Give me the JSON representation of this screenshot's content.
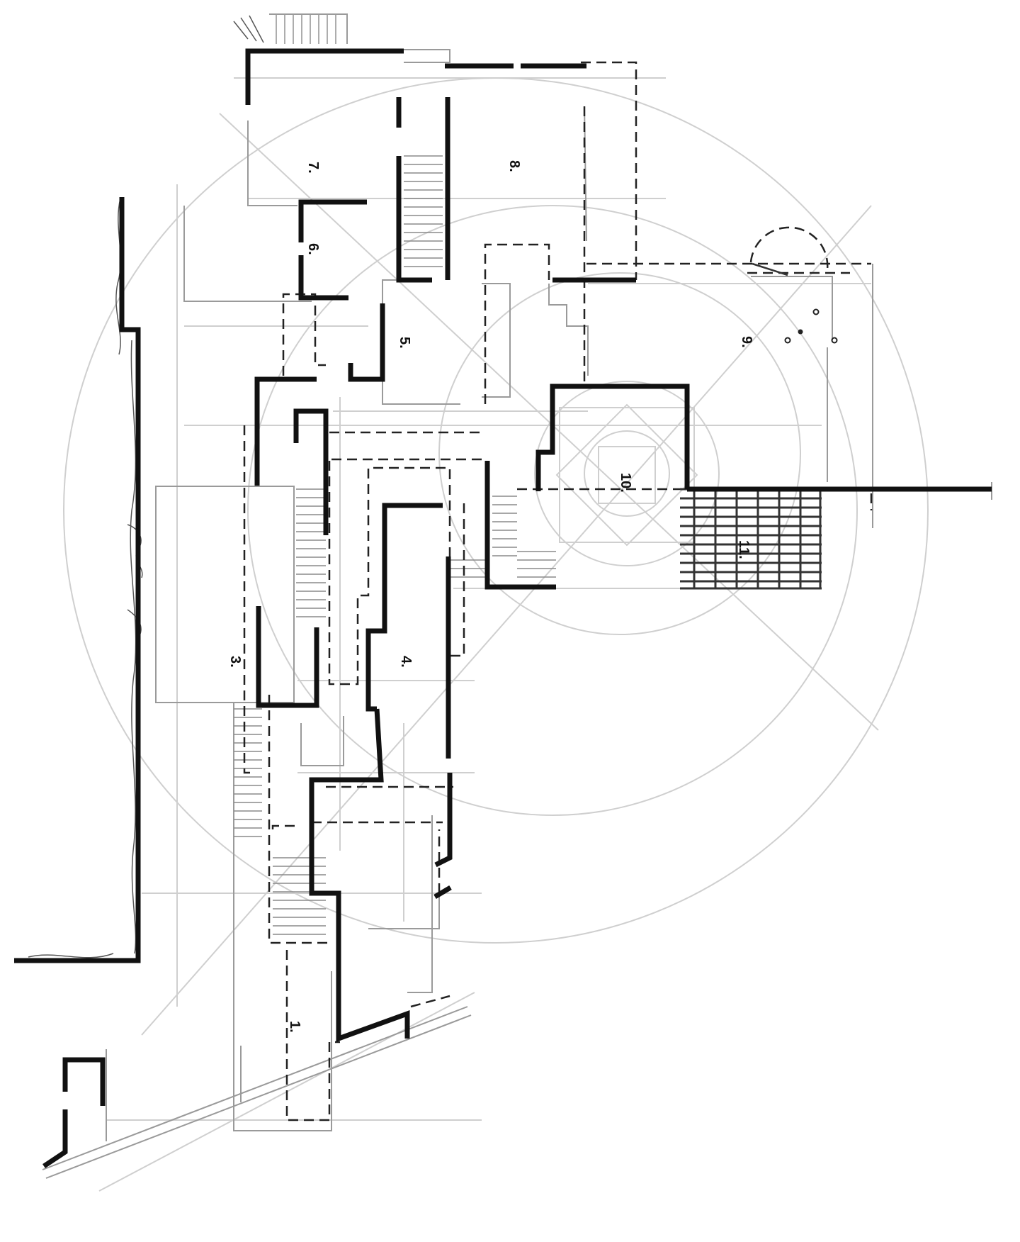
{
  "rooms": [
    {
      "id": "1",
      "label": "1."
    },
    {
      "id": "3",
      "label": "3."
    },
    {
      "id": "4",
      "label": "4."
    },
    {
      "id": "5",
      "label": "5."
    },
    {
      "id": "6",
      "label": "6."
    },
    {
      "id": "7",
      "label": "7."
    },
    {
      "id": "8",
      "label": "8."
    },
    {
      "id": "9",
      "label": "9."
    },
    {
      "id": "10",
      "label": "10."
    },
    {
      "id": "11",
      "label": "11."
    }
  ],
  "colors": {
    "wall": "#111111",
    "guide": "#cfcfcf",
    "background": "#ffffff"
  }
}
